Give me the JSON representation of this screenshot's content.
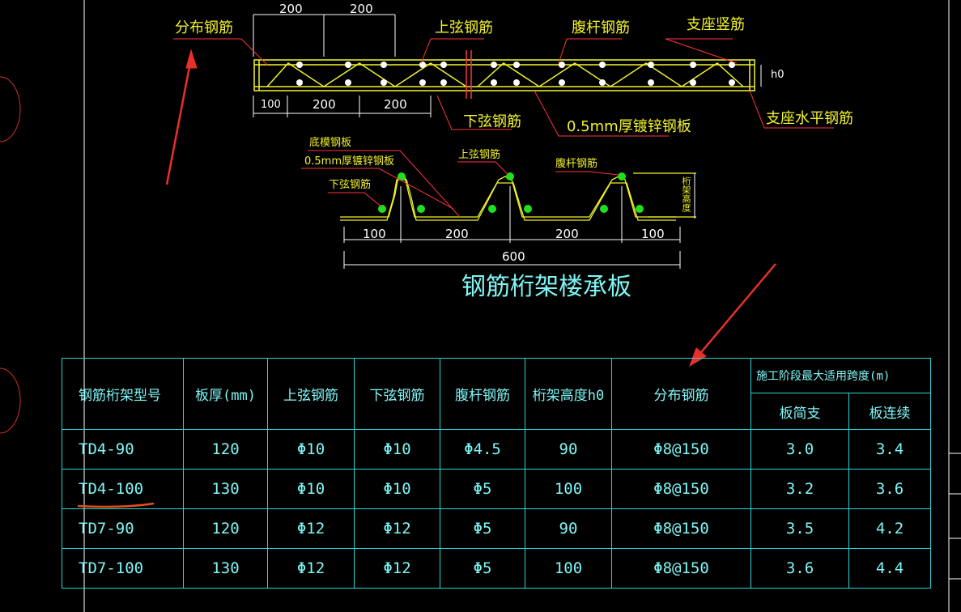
{
  "top_diagram": {
    "label_distribution": "分布钢筋",
    "label_top_chord": "上弦钢筋",
    "label_web": "腹杆钢筋",
    "label_support_vertical": "支座竖筋",
    "label_bottom_chord": "下弦钢筋",
    "label_plate": "0.5mm厚镀锌钢板",
    "label_support_horizontal": "支座水平钢筋",
    "label_h0": "h0",
    "dim_top_1": "200",
    "dim_top_2": "200",
    "dim_bottom_1": "100",
    "dim_bottom_2": "200",
    "dim_bottom_3": "200"
  },
  "section_diagram": {
    "label_deck": "底模钢板",
    "label_plate": "0.5mm厚镀锌钢板",
    "label_bottom_chord": "下弦钢筋",
    "label_top_chord": "上弦钢筋",
    "label_web": "腹杆钢筋",
    "label_height": "桁架高度",
    "dim_1": "100",
    "dim_2": "200",
    "dim_3": "200",
    "dim_4": "100",
    "dim_total": "600",
    "title": "钢筋桁架楼承板"
  },
  "table": {
    "headers": [
      "钢筋桁架型号",
      "板厚(mm)",
      "上弦钢筋",
      "下弦钢筋",
      "腹杆钢筋",
      "桁架高度h0",
      "分布钢筋"
    ],
    "span_header": "施工阶段最大适用跨度(m)",
    "span_sub": [
      "板简支",
      "板连续"
    ],
    "rows": [
      [
        "TD4-90",
        "120",
        "Φ10",
        "Φ10",
        "Φ4.5",
        "90",
        "Φ8@150",
        "3.0",
        "3.4"
      ],
      [
        "TD4-100",
        "130",
        "Φ10",
        "Φ10",
        "Φ5",
        "100",
        "Φ8@150",
        "3.2",
        "3.6"
      ],
      [
        "TD7-90",
        "120",
        "Φ12",
        "Φ12",
        "Φ5",
        "90",
        "Φ8@150",
        "3.5",
        "4.2"
      ],
      [
        "TD7-100",
        "130",
        "Φ12",
        "Φ12",
        "Φ5",
        "100",
        "Φ8@150",
        "3.6",
        "4.4"
      ]
    ]
  },
  "colors": {
    "background": "#000000",
    "truss": "#f2f22a",
    "leader": "#ff3344",
    "table_lines": "#27d7d7",
    "table_text": "#7ff6f6",
    "rebar_dot": "#1fe01f",
    "annotation_arrow": "#e8302a",
    "underline": "#e0501a"
  }
}
